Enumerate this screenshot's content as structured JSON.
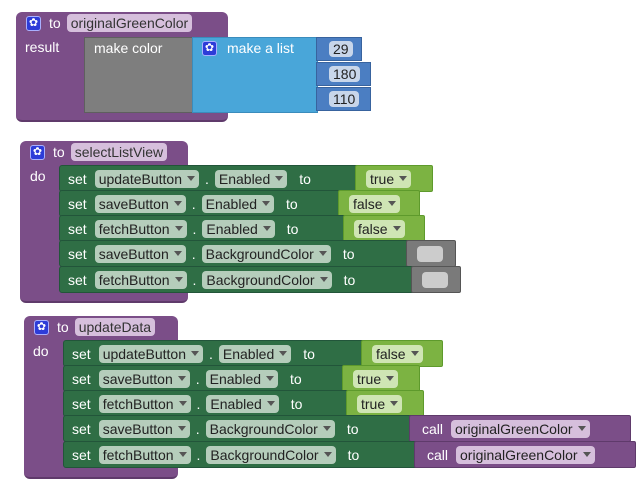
{
  "blocks": [
    {
      "keyword": "to",
      "name": "originalGreenColor",
      "result_label": "result",
      "make_color_label": "make color",
      "make_list_label": "make a list",
      "list_values": [
        "29",
        "180",
        "110"
      ]
    },
    {
      "keyword": "to",
      "name": "selectListView",
      "do_label": "do",
      "rows": [
        {
          "set": "set",
          "component": "updateButton",
          "dot": ".",
          "property": "Enabled",
          "to": "to",
          "value": "true"
        },
        {
          "set": "set",
          "component": "saveButton",
          "dot": ".",
          "property": "Enabled",
          "to": "to",
          "value": "false"
        },
        {
          "set": "set",
          "component": "fetchButton",
          "dot": ".",
          "property": "Enabled",
          "to": "to",
          "value": "false"
        },
        {
          "set": "set",
          "component": "saveButton",
          "dot": ".",
          "property": "BackgroundColor",
          "to": "to",
          "value": "light-gray-color"
        },
        {
          "set": "set",
          "component": "fetchButton",
          "dot": ".",
          "property": "BackgroundColor",
          "to": "to",
          "value": "light-gray-color"
        }
      ]
    },
    {
      "keyword": "to",
      "name": "updateData",
      "do_label": "do",
      "rows": [
        {
          "set": "set",
          "component": "updateButton",
          "dot": ".",
          "property": "Enabled",
          "to": "to",
          "value": "false"
        },
        {
          "set": "set",
          "component": "saveButton",
          "dot": ".",
          "property": "Enabled",
          "to": "to",
          "value": "true"
        },
        {
          "set": "set",
          "component": "fetchButton",
          "dot": ".",
          "property": "Enabled",
          "to": "to",
          "value": "true"
        },
        {
          "set": "set",
          "component": "saveButton",
          "dot": ".",
          "property": "BackgroundColor",
          "to": "to",
          "call": "call",
          "procedure": "originalGreenColor"
        },
        {
          "set": "set",
          "component": "fetchButton",
          "dot": ".",
          "property": "BackgroundColor",
          "to": "to",
          "call": "call",
          "procedure": "originalGreenColor"
        }
      ]
    }
  ],
  "colors": {
    "procedure": "#7b4e88",
    "setter": "#2f6e45",
    "logic": "#7cb342",
    "list": "#49a6d9",
    "math": "#4b7ec2",
    "color_block": "#7e7e7e",
    "swatch": "#cccccc"
  }
}
